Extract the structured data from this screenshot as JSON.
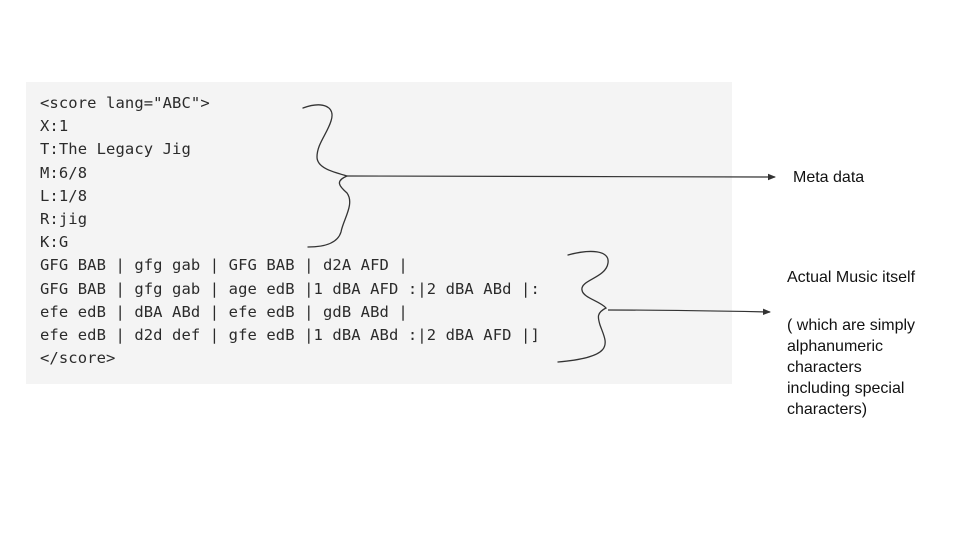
{
  "code_block": {
    "lines": [
      "<score lang=\"ABC\">",
      "X:1",
      "T:The Legacy Jig",
      "M:6/8",
      "L:1/8",
      "R:jig",
      "K:G",
      "GFG BAB | gfg gab | GFG BAB | d2A AFD |",
      "GFG BAB | gfg gab | age edB |1 dBA AFD :|2 dBA ABd |:",
      "efe edB | dBA ABd | efe edB | gdB ABd |",
      "efe edB | d2d def | gfe edB |1 dBA ABd :|2 dBA AFD |]",
      "</score>"
    ]
  },
  "annotations": {
    "meta_label": "Meta data",
    "music_label": "Actual Music itself",
    "music_note": "( which are simply\nalphanumeric\ncharacters\nincluding special\ncharacters)"
  },
  "colors": {
    "panel_background": "#f4f4f4",
    "text": "#2b2b2b",
    "annotation_stroke": "#333333"
  }
}
